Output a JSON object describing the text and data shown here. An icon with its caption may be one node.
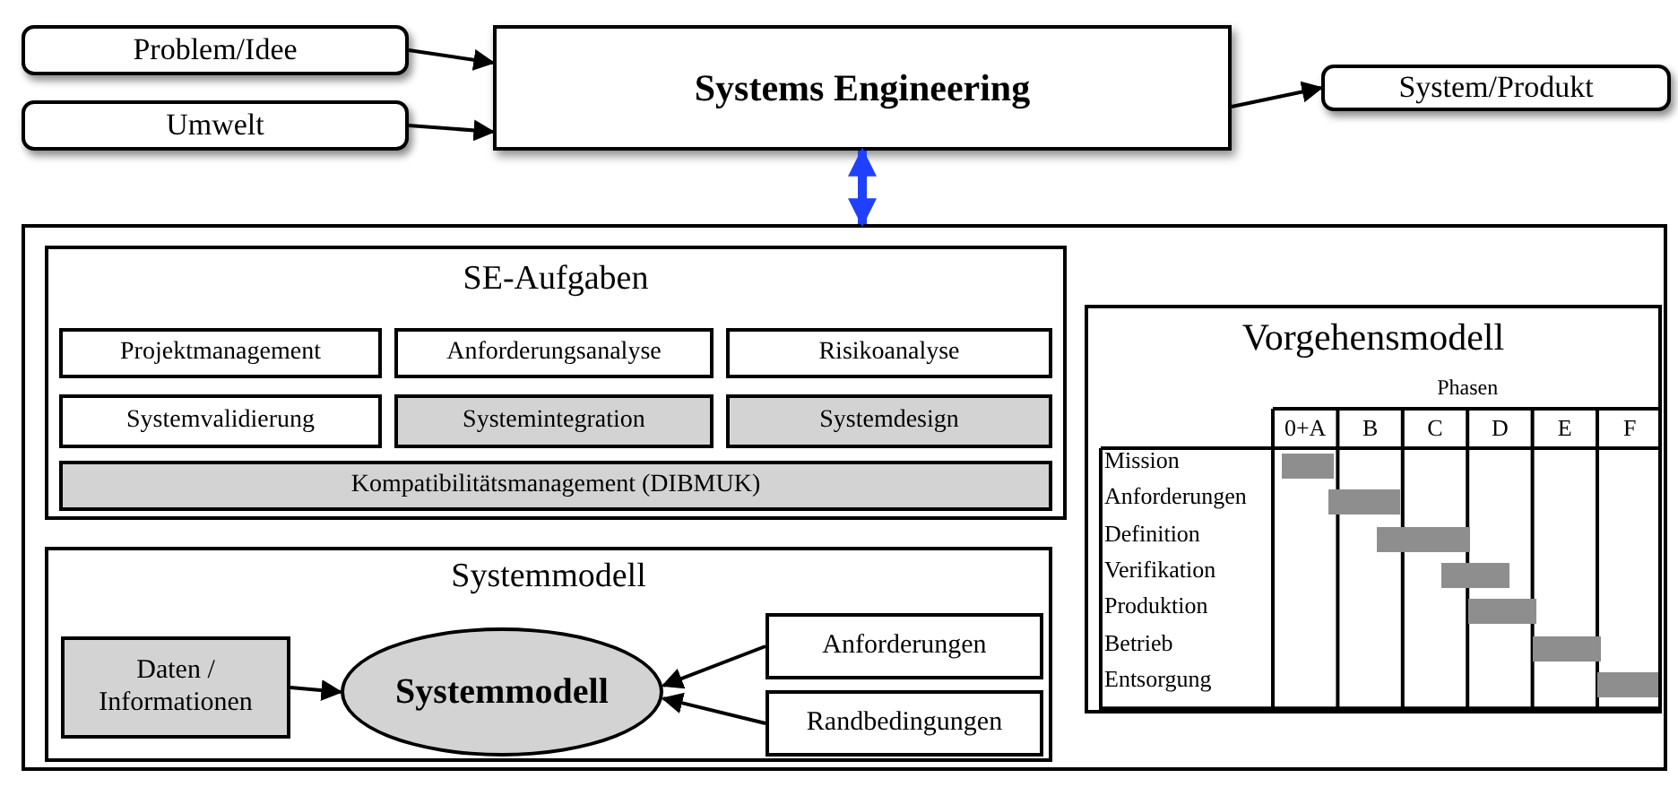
{
  "diagram": {
    "nodes": [
      {
        "text": [
          "Problem/Idee"
        ]
      },
      {
        "text": [
          "Umwelt"
        ]
      },
      {
        "text": [
          "Systems Engineering"
        ]
      },
      {
        "text": [
          "System/Produkt"
        ]
      },
      {
        "text": [],
        "shape": "box"
      },
      {
        "text": [
          "SE-Aufgaben"
        ],
        "in": 4
      },
      {
        "text": [
          "Projektmanagement"
        ],
        "in": 5
      },
      {
        "text": [
          "Anforderungsanalyse"
        ],
        "in": 5
      },
      {
        "text": [
          "Risikoanalyse"
        ],
        "in": 5
      },
      {
        "text": [
          "Systemvalidierung"
        ],
        "in": 5
      },
      {
        "text": [
          "Systemintegration"
        ],
        "in": 5
      },
      {
        "text": [
          "Systemdesign"
        ],
        "in": 5
      },
      {
        "text": [
          "Kompatibilitätsmanagement (DIBMUK)"
        ],
        "in": 5
      },
      {
        "text": [
          "Systemmodell"
        ],
        "in": 4
      },
      {
        "text": [
          "Daten / Informationen"
        ],
        "in": 13
      },
      {
        "text": [
          "Systemmodell"
        ],
        "in": 13
      },
      {
        "text": [
          "Anforderungen"
        ],
        "in": 13
      },
      {
        "text": [
          "Randbedingungen"
        ],
        "in": 13
      },
      {
        "text": [
          "Vorgehensmodell"
        ],
        "in": 4
      }
    ],
    "edges": [
      {
        "from": 0,
        "to": 2,
        "arrow": "to"
      },
      {
        "from": 1,
        "to": 2,
        "arrow": "to"
      },
      {
        "from": 2,
        "to": 3,
        "arrow": "to"
      },
      {
        "from": 2,
        "to": 4,
        "arrow": "both",
        "style": "thick",
        "color": "#2040ff"
      },
      {
        "from": 14,
        "to": 15,
        "arrow": "to"
      },
      {
        "from": 16,
        "to": 15,
        "arrow": "to"
      },
      {
        "from": 17,
        "to": 15,
        "arrow": "to"
      }
    ],
    "labels": [
      "Phasen",
      "0+A",
      "B",
      "C",
      "D",
      "E",
      "F",
      "Mission",
      "Anforderungen",
      "Definition",
      "Verifikation",
      "Produktion",
      "Betrieb",
      "Entsorgung"
    ]
  }
}
